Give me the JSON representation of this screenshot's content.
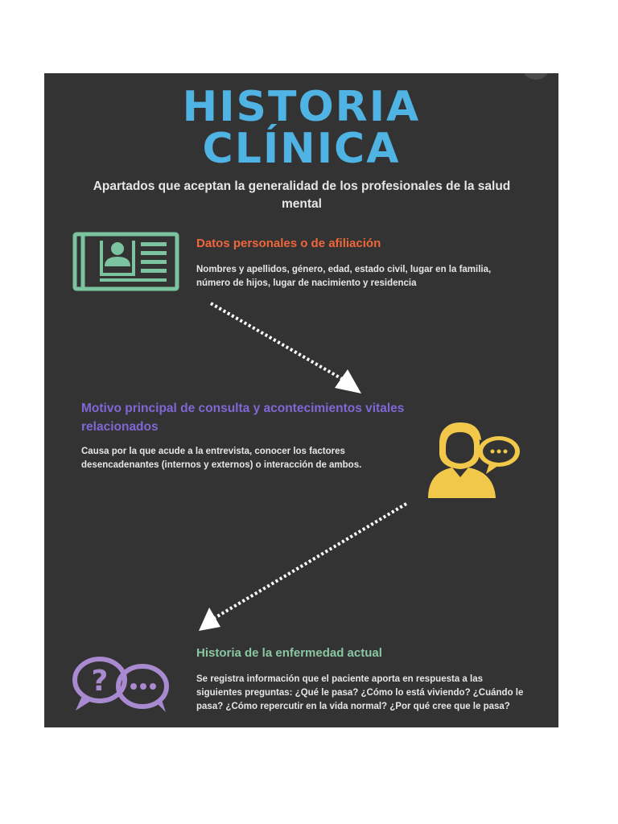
{
  "title": {
    "line1": "HISTORIA",
    "line2": "CLÍNICA"
  },
  "subtitle": "Apartados que aceptan la generalidad de los profesionales de la salud mental",
  "sections": [
    {
      "heading": "Datos personales o de afiliación",
      "text": "Nombres y apellidos, género, edad, estado civil, lugar en la familia, número de hijos, lugar de nacimiento y residencia",
      "icon": "id-card-icon",
      "color": "#f0663b"
    },
    {
      "heading": "Motivo principal de consulta y acontecimientos vitales relacionados",
      "text": "Causa por la que acude a la entrevista, conocer los factores desencadenantes (internos y externos) o interacción de ambos.",
      "icon": "person-speech-icon",
      "color": "#7f68d6"
    },
    {
      "heading": "Historia de la enfermedad actual",
      "text": "Se registra información que el paciente aporta en respuesta a las siguientes preguntas: ¿Qué le pasa? ¿Cómo lo está viviendo? ¿Cuándo le pasa? ¿Cómo repercutir en la vida normal? ¿Por qué cree que le pasa?",
      "icon": "question-chat-icon",
      "color": "#8ac7a3"
    }
  ],
  "colors": {
    "background": "#333333",
    "title": "#4fb3e3",
    "id_card": "#7cc3a0",
    "person": "#f2c84b",
    "chat": "#a98ad0"
  }
}
